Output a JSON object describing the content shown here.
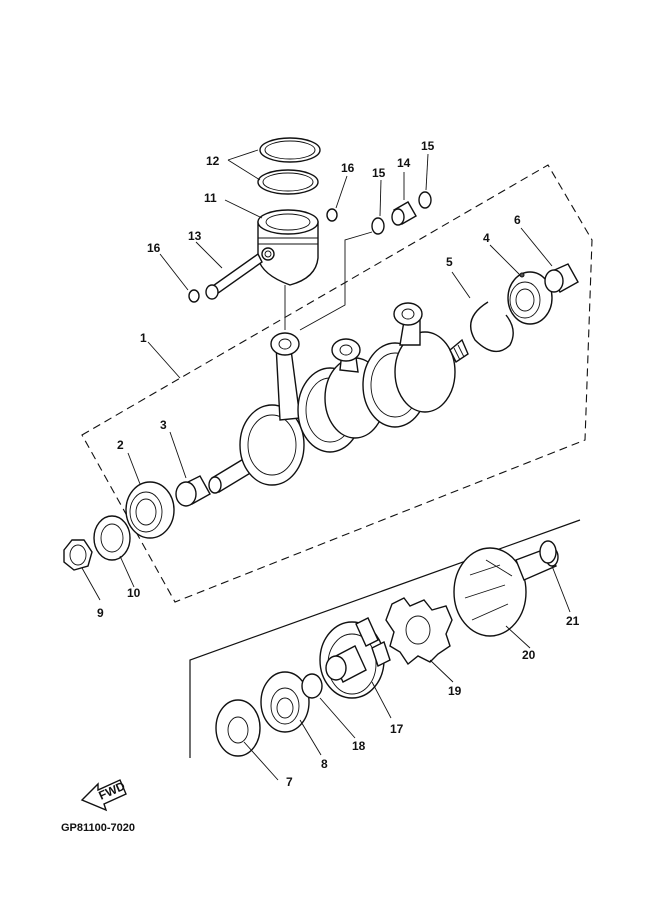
{
  "diagram_code": "GP81100-7020",
  "fwd_label": "FWD",
  "callouts": [
    {
      "id": "c1",
      "label": "1"
    },
    {
      "id": "c2",
      "label": "2"
    },
    {
      "id": "c3",
      "label": "3"
    },
    {
      "id": "c4",
      "label": "4"
    },
    {
      "id": "c5",
      "label": "5"
    },
    {
      "id": "c6",
      "label": "6"
    },
    {
      "id": "c7",
      "label": "7"
    },
    {
      "id": "c8",
      "label": "8"
    },
    {
      "id": "c9",
      "label": "9"
    },
    {
      "id": "c10",
      "label": "10"
    },
    {
      "id": "c11",
      "label": "11"
    },
    {
      "id": "c12",
      "label": "12"
    },
    {
      "id": "c13",
      "label": "13"
    },
    {
      "id": "c14",
      "label": "14"
    },
    {
      "id": "c15a",
      "label": "15"
    },
    {
      "id": "c15b",
      "label": "15"
    },
    {
      "id": "c16a",
      "label": "16"
    },
    {
      "id": "c16b",
      "label": "16"
    },
    {
      "id": "c17",
      "label": "17"
    },
    {
      "id": "c18",
      "label": "18"
    },
    {
      "id": "c19",
      "label": "19"
    },
    {
      "id": "c20",
      "label": "20"
    },
    {
      "id": "c21",
      "label": "21"
    }
  ]
}
